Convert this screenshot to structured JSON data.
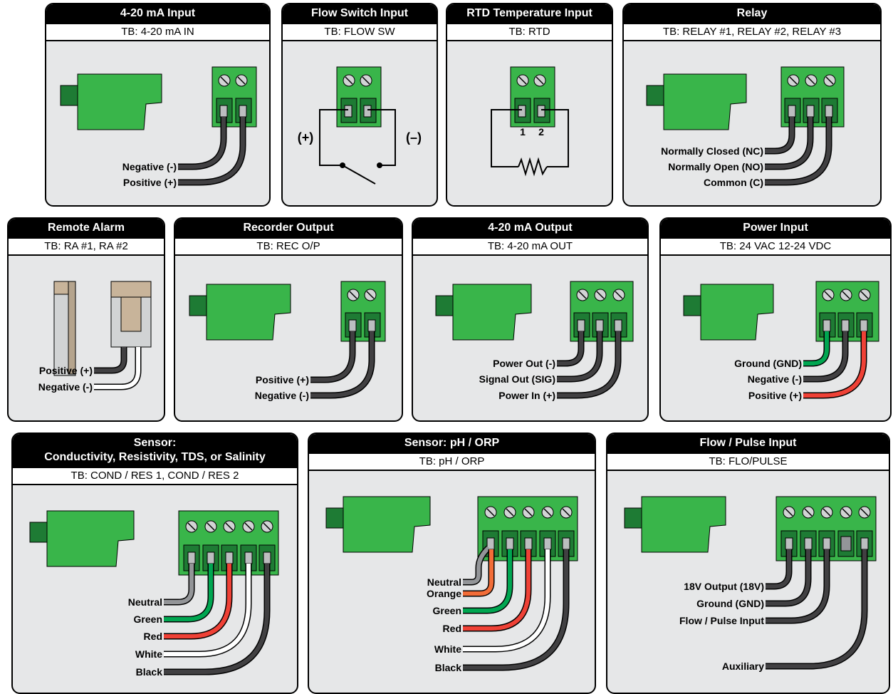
{
  "colors": {
    "connector_green": "#39b54a",
    "connector_dark": "#1e7b34",
    "panel_bg": "#e6e7e8",
    "wire_black": "#414042",
    "wire_gray": "#939598",
    "wire_green": "#00a651",
    "wire_red": "#ef4136",
    "wire_orange": "#f26d38",
    "wire_white": "#ffffff",
    "remote_tan": "#c8b49a"
  },
  "panels": {
    "ma_input": {
      "title": "4-20 mA Input",
      "tb": "TB: 4-20 mA IN",
      "labels": [
        "Negative (-)",
        "Positive (+)"
      ]
    },
    "flow_switch": {
      "title": "Flow Switch Input",
      "tb": "TB: FLOW SW",
      "plus": "(+)",
      "minus": "(–)"
    },
    "rtd": {
      "title": "RTD Temperature Input",
      "tb": "TB: RTD",
      "pin1": "1",
      "pin2": "2"
    },
    "relay": {
      "title": "Relay",
      "tb": "TB: RELAY #1, RELAY #2, RELAY #3",
      "labels": [
        "Normally Closed (NC)",
        "Normally Open (NO)",
        "Common (C)"
      ]
    },
    "remote_alarm": {
      "title": "Remote Alarm",
      "tb": "TB: RA #1, RA #2",
      "labels": [
        "Positive (+)",
        "Negative (-)"
      ]
    },
    "recorder": {
      "title": "Recorder Output",
      "tb": "TB: REC O/P",
      "labels": [
        "Positive (+)",
        "Negative (-)"
      ]
    },
    "ma_output": {
      "title": "4-20 mA Output",
      "tb": "TB: 4-20 mA OUT",
      "labels": [
        "Power Out (-)",
        "Signal Out (SIG)",
        "Power In (+)"
      ]
    },
    "power": {
      "title": "Power Input",
      "tb": "TB: 24 VAC 12-24 VDC",
      "labels": [
        "Ground (GND)",
        "Negative (-)",
        "Positive (+)"
      ]
    },
    "sensor_cond": {
      "title": "Sensor:\nConductivity, Resistivity, TDS, or Salinity",
      "tb": "TB: COND / RES 1, COND / RES 2",
      "labels": [
        "Neutral",
        "Green",
        "Red",
        "White",
        "Black"
      ]
    },
    "sensor_ph": {
      "title": "Sensor: pH / ORP",
      "tb": "TB: pH / ORP",
      "labels": [
        "Neutral",
        "Orange",
        "Green",
        "Red",
        "White",
        "Black"
      ]
    },
    "flow_pulse": {
      "title": "Flow / Pulse Input",
      "tb": "TB: FLO/PULSE",
      "labels": [
        "18V Output (18V)",
        "Ground (GND)",
        "Flow / Pulse Input",
        "Auxiliary"
      ]
    }
  }
}
